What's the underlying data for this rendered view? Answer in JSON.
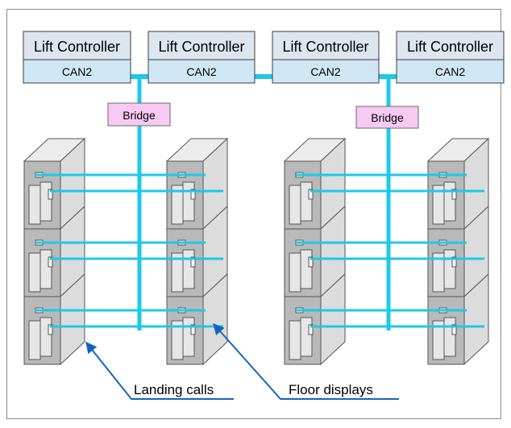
{
  "controllers": [
    {
      "title": "Lift Controller",
      "bus": "CAN2"
    },
    {
      "title": "Lift Controller",
      "bus": "CAN2"
    },
    {
      "title": "Lift Controller",
      "bus": "CAN2"
    },
    {
      "title": "Lift Controller",
      "bus": "CAN2"
    }
  ],
  "bridges": [
    {
      "label": "Bridge"
    },
    {
      "label": "Bridge"
    }
  ],
  "callouts": {
    "landing_calls": "Landing calls",
    "floor_displays": "Floor displays"
  },
  "colors": {
    "bus": "#1ec8e8",
    "controller_top": "#dde5ee",
    "controller_bottom": "#cfe6f4",
    "bridge_fill": "#f7c9f3",
    "cabinet_front": "#dcdcdc",
    "cabinet_side": "#b9b9b9",
    "cabinet_top": "#ececec",
    "arrow": "#1565c0"
  }
}
